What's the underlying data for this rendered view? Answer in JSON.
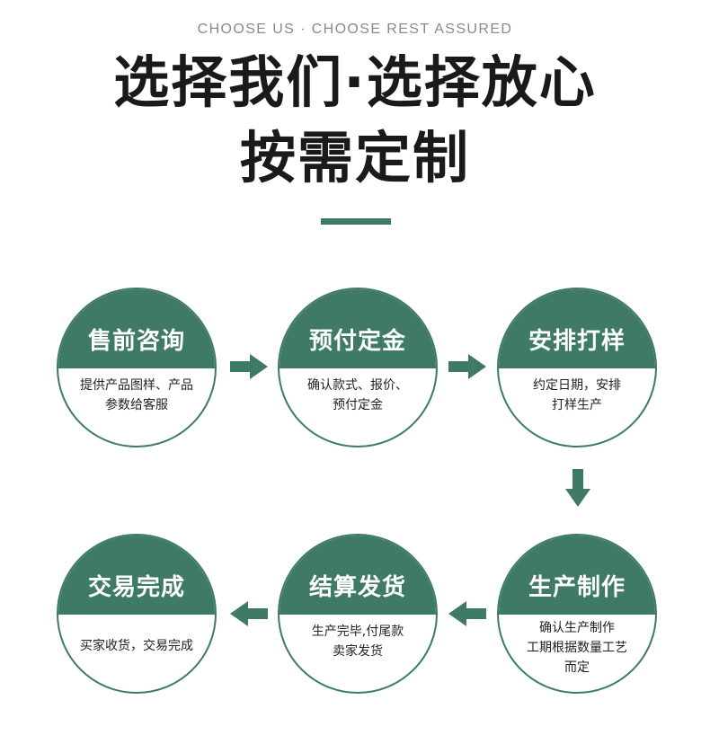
{
  "header": {
    "subtitle": "CHOOSE US · CHOOSE REST ASSURED",
    "title_line1": "选择我们·选择放心",
    "title_line2": "按需定制"
  },
  "colors": {
    "accent": "#3f7a67"
  },
  "steps": [
    {
      "title": "售前咨询",
      "desc_line1": "提供产品图样、产品",
      "desc_line2": "参数给客服",
      "desc_line3": ""
    },
    {
      "title": "预付定金",
      "desc_line1": "确认款式、报价、",
      "desc_line2": "预付定金",
      "desc_line3": ""
    },
    {
      "title": "安排打样",
      "desc_line1": "约定日期，安排",
      "desc_line2": "打样生产",
      "desc_line3": ""
    },
    {
      "title": "生产制作",
      "desc_line1": "确认生产制作",
      "desc_line2": "工期根据数量工艺",
      "desc_line3": "而定"
    },
    {
      "title": "结算发货",
      "desc_line1": "生产完毕,付尾款",
      "desc_line2": "卖家发货",
      "desc_line3": ""
    },
    {
      "title": "交易完成",
      "desc_line1": "买家收货，交易完成",
      "desc_line2": "",
      "desc_line3": ""
    }
  ],
  "arrows": [
    "arrow-right-icon",
    "arrow-right-icon",
    "arrow-down-icon",
    "arrow-left-icon",
    "arrow-left-icon"
  ]
}
